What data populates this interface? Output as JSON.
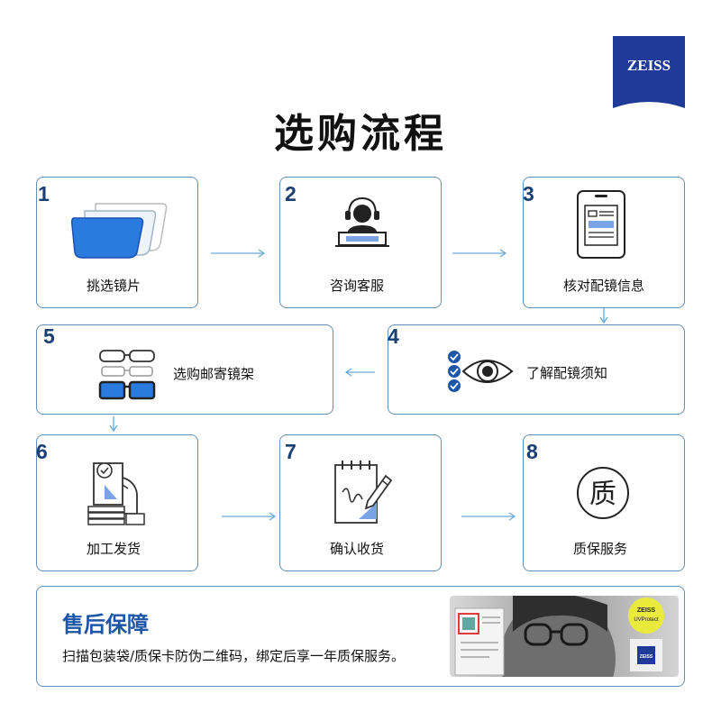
{
  "brand": {
    "logo_text": "ZEISS",
    "color": "#1f3a99"
  },
  "page_title": "选购流程",
  "steps": [
    {
      "number": "1",
      "label": "挑选镜片",
      "icon": "lens-icon"
    },
    {
      "number": "2",
      "label": "咨询客服",
      "icon": "customer-service-icon"
    },
    {
      "number": "3",
      "label": "核对配镜信息",
      "icon": "document-tablet-icon"
    },
    {
      "number": "4",
      "label": "了解配镜须知",
      "icon": "eye-checklist-icon"
    },
    {
      "number": "5",
      "label": "选购邮寄镜架",
      "icon": "glasses-frames-icon"
    },
    {
      "number": "6",
      "label": "加工发货",
      "icon": "processing-hand-icon"
    },
    {
      "number": "7",
      "label": "确认收货",
      "icon": "sign-receipt-icon"
    },
    {
      "number": "8",
      "label": "质保服务",
      "icon": "warranty-circle-icon"
    }
  ],
  "warranty_icon_char": "质",
  "after_sales": {
    "title": "售后保障",
    "text": "扫描包装袋/质保卡防伪二维码，绑定后享一年质保服务。",
    "photo_badge_line1": "ZEISS",
    "photo_badge_line2": "UVProtect",
    "photo_logo": "ZEISS"
  },
  "colors": {
    "accent_blue": "#1d56a6",
    "card_border": "#5f8fb8",
    "number_color": "#1a3f73",
    "arrow_color": "#6aa8d8"
  }
}
